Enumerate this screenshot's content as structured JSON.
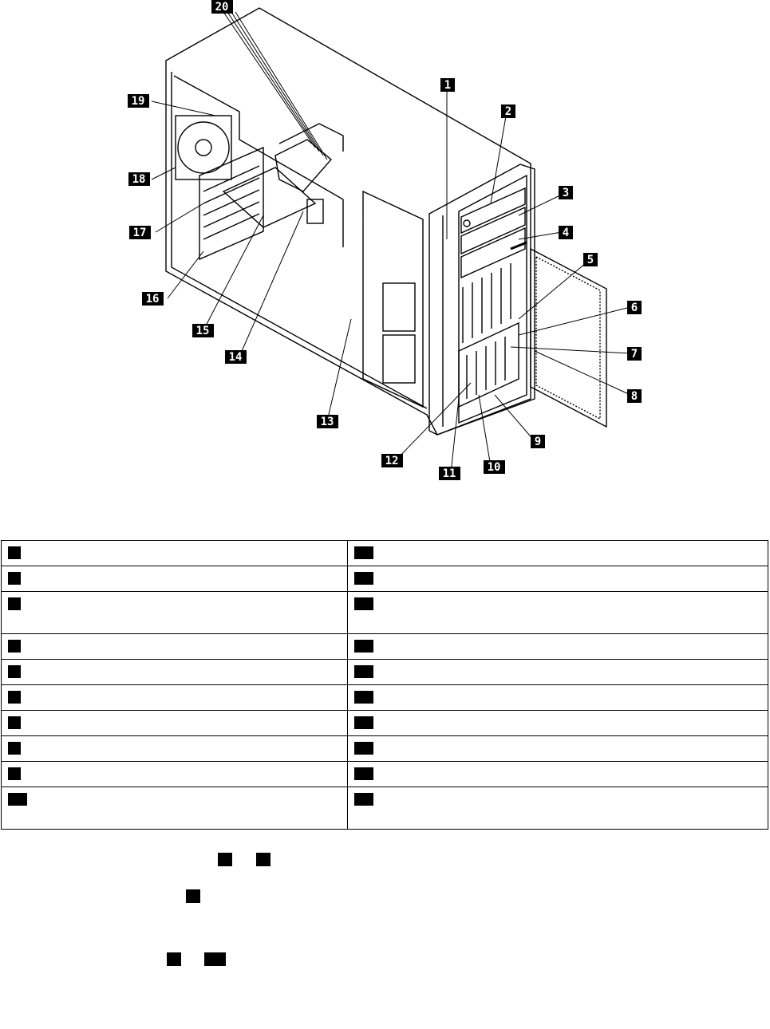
{
  "callouts": [
    "1",
    "2",
    "3",
    "4",
    "5",
    "6",
    "7",
    "8",
    "9",
    "10",
    "11",
    "12",
    "13",
    "14",
    "15",
    "16",
    "17",
    "18",
    "19",
    "20"
  ],
  "legend": {
    "rows": [
      {
        "left": "",
        "right": ""
      },
      {
        "left": "",
        "right": ""
      },
      {
        "left": "",
        "right": ""
      },
      {
        "left": "",
        "right": ""
      },
      {
        "left": "",
        "right": ""
      },
      {
        "left": "",
        "right": ""
      },
      {
        "left": "",
        "right": ""
      },
      {
        "left": "",
        "right": ""
      },
      {
        "left": "",
        "right": ""
      },
      {
        "left": "",
        "right": ""
      }
    ]
  },
  "notes": [
    {
      "refs": [
        "",
        ""
      ]
    },
    {
      "refs": [
        ""
      ]
    },
    {
      "refs": [
        "",
        ""
      ]
    }
  ]
}
